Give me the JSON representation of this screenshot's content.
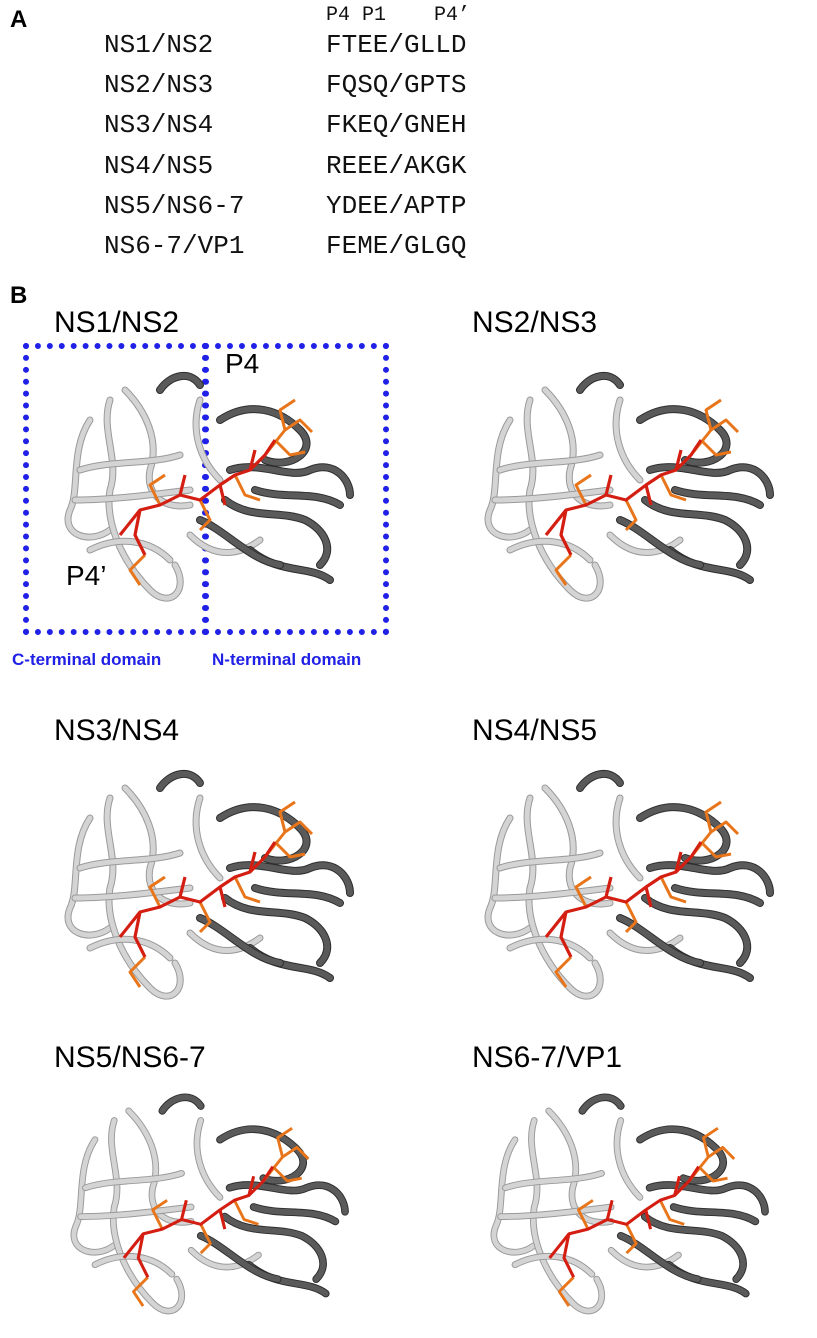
{
  "panel_a": {
    "letter": "A",
    "header": "P4 P1    P4’",
    "rows": [
      {
        "name": "NS1/NS2",
        "seq": "FTEE/GLLD"
      },
      {
        "name": "NS2/NS3",
        "seq": "FQSQ/GPTS"
      },
      {
        "name": "NS3/NS4",
        "seq": "FKEQ/GNEH"
      },
      {
        "name": "NS4/NS5",
        "seq": "REEE/AKGK"
      },
      {
        "name": "NS5/NS6-7",
        "seq": "YDEE/APTP"
      },
      {
        "name": "NS6-7/VP1",
        "seq": "FEME/GLGQ"
      }
    ]
  },
  "panel_b": {
    "letter": "B",
    "structures": [
      {
        "title": "NS1/NS2"
      },
      {
        "title": "NS2/NS3"
      },
      {
        "title": "NS3/NS4"
      },
      {
        "title": "NS4/NS5"
      },
      {
        "title": "NS5/NS6-7"
      },
      {
        "title": "NS6-7/VP1"
      }
    ],
    "labels": {
      "p4": "P4",
      "p4prime": "P4’"
    },
    "domains": {
      "c_terminal": "C-terminal domain",
      "n_terminal": "N-terminal domain"
    }
  },
  "colors": {
    "domain_box": "#2020e6",
    "ribbon_light": "#d4d4d4",
    "ribbon_dark": "#5a5a5a",
    "peptide_red": "#d41e12",
    "peptide_orange": "#e8751a"
  }
}
